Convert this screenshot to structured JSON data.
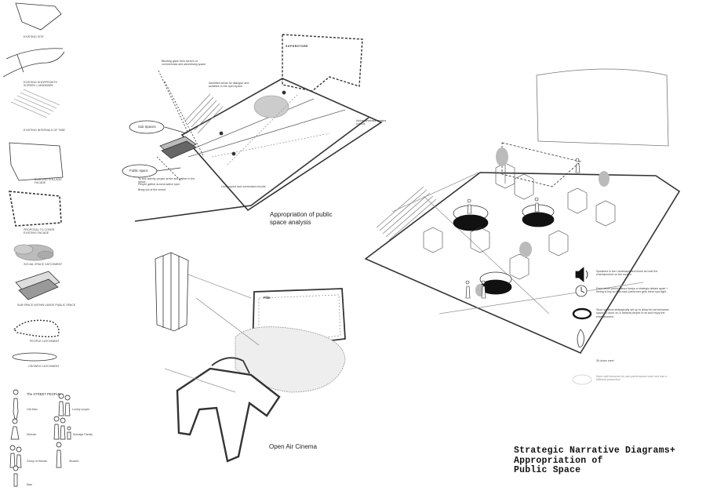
{
  "title": {
    "line1": "Strategic Narrative Diagrams+",
    "line2": "Appropriation of",
    "line3": "Public Space"
  },
  "legend": {
    "items": [
      {
        "label": "EXISTING SITE"
      },
      {
        "label": "EXISTING SHOPFRONTS SCREEN / LANDMARK"
      },
      {
        "label": "EXISTING INTERVALS OF TIME"
      },
      {
        "label": "EXISTING COLLAGE FACADE"
      },
      {
        "label": "PROPOSAL TO COVER EXISTING FACADE"
      },
      {
        "label": "SOCIAL SPACE CATCHMENT"
      },
      {
        "label": "SUB SPACE WITHIN LARGE PUBLIC SPACE"
      },
      {
        "label": "PEOPLE CATCHMENT"
      },
      {
        "label": "CROWDS CATCHMENT"
      }
    ],
    "people_heading": "The STREET PEOPLE",
    "people": [
      {
        "label": "Old Man"
      },
      {
        "label": "Lovely couple"
      },
      {
        "label": "Woman"
      },
      {
        "label": "Average Family"
      },
      {
        "label": "Group of friends"
      },
      {
        "label": "Student"
      },
      {
        "label": "Man"
      }
    ]
  },
  "analysis": {
    "caption_line1": "Appropriation of public",
    "caption_line2": "space analysis",
    "sub_spaces": "Sub Spaces",
    "public_space": "Public space",
    "screen_sign": "SUPERSTORE",
    "note_top": "Blinding glare from screen of commercials and advertising space",
    "note_mid": "Identified areas for dialogue and activities in the open space",
    "note_bottom": "Unoccupied and overlooked circuits",
    "note_right": "Active landmark creates a focus",
    "note_public": "To see activity people arrive and gather in the space",
    "note_gather": "People gather around active spot",
    "note_time": "Bring out of the crowd"
  },
  "cinema": {
    "caption": "Open Air Cinema",
    "screen_label": "Film"
  },
  "performance": {
    "notes": [
      {
        "text": "Speakers in the Landscape and kiosk as host the entertainment on the screen",
        "icon": "speaker-icon"
      },
      {
        "text": "Each street performance keeps a strategic distant apart + timing is key so that each performer gets there spot light",
        "icon": "clock-icon"
      },
      {
        "text": "Stool systems strategically set up to allow for performance space to occur on & attracts people to sit and enjoy the entertainment",
        "icon": "stool-icon"
      },
      {
        "text": "Sit down mee!",
        "icon": "person-icon"
      },
      {
        "text": "Each stall becomes its own performance each one has a different production",
        "icon": "stall-icon"
      }
    ]
  }
}
